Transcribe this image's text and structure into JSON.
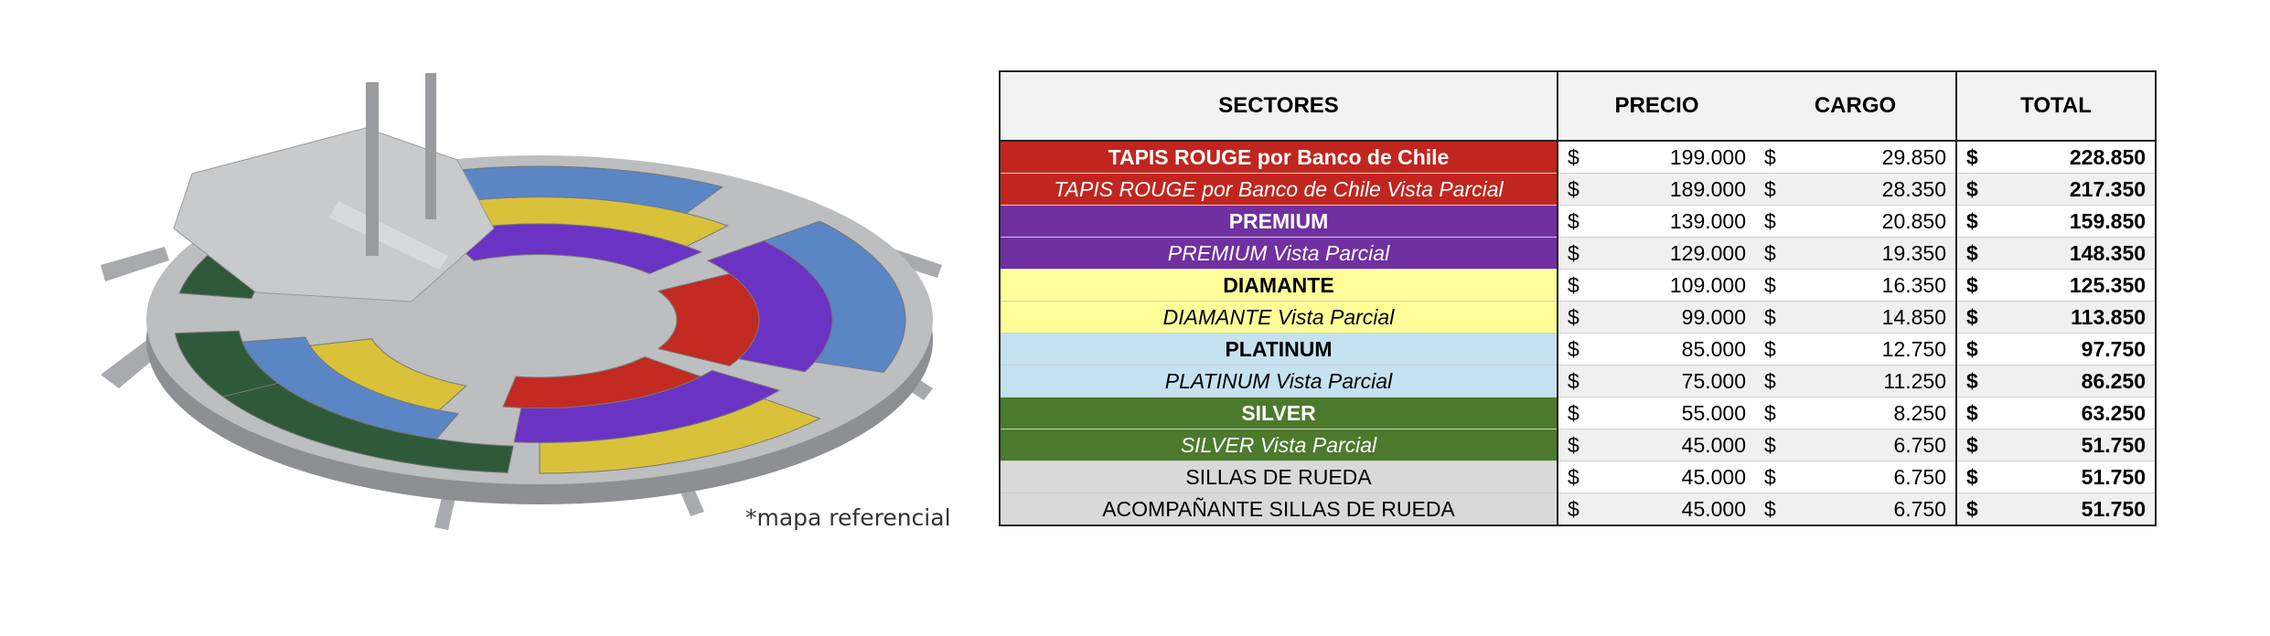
{
  "caption": "*mapa referencial",
  "table": {
    "headers": {
      "sector": "SECTORES",
      "price": "PRECIO",
      "fee": "CARGO",
      "total": "TOTAL"
    },
    "currency": "$",
    "rows": [
      {
        "sector": "TAPIS ROUGE por Banco de Chile",
        "price": "199.000",
        "fee": "29.850",
        "total": "228.850",
        "bg": "#c0261f",
        "fg": "#ffffff",
        "bold": true,
        "italic": false
      },
      {
        "sector": "TAPIS ROUGE por Banco de Chile Vista Parcial",
        "price": "189.000",
        "fee": "28.350",
        "total": "217.350",
        "bg": "#c0261f",
        "fg": "#ffffff",
        "bold": false,
        "italic": true
      },
      {
        "sector": "PREMIUM",
        "price": "139.000",
        "fee": "20.850",
        "total": "159.850",
        "bg": "#7030a0",
        "fg": "#ffffff",
        "bold": true,
        "italic": false
      },
      {
        "sector": "PREMIUM Vista Parcial",
        "price": "129.000",
        "fee": "19.350",
        "total": "148.350",
        "bg": "#7030a0",
        "fg": "#ffffff",
        "bold": false,
        "italic": true
      },
      {
        "sector": "DIAMANTE",
        "price": "109.000",
        "fee": "16.350",
        "total": "125.350",
        "bg": "#ffff99",
        "fg": "#000000",
        "bold": true,
        "italic": false
      },
      {
        "sector": "DIAMANTE Vista Parcial",
        "price": "99.000",
        "fee": "14.850",
        "total": "113.850",
        "bg": "#ffff99",
        "fg": "#000000",
        "bold": false,
        "italic": true
      },
      {
        "sector": "PLATINUM",
        "price": "85.000",
        "fee": "12.750",
        "total": "97.750",
        "bg": "#c5e2f1",
        "fg": "#000000",
        "bold": true,
        "italic": false
      },
      {
        "sector": "PLATINUM Vista Parcial",
        "price": "75.000",
        "fee": "11.250",
        "total": "86.250",
        "bg": "#c5e2f1",
        "fg": "#000000",
        "bold": false,
        "italic": true
      },
      {
        "sector": "SILVER",
        "price": "55.000",
        "fee": "8.250",
        "total": "63.250",
        "bg": "#4b7a2c",
        "fg": "#ffffff",
        "bold": true,
        "italic": false
      },
      {
        "sector": "SILVER Vista Parcial",
        "price": "45.000",
        "fee": "6.750",
        "total": "51.750",
        "bg": "#4b7a2c",
        "fg": "#ffffff",
        "bold": false,
        "italic": true
      },
      {
        "sector": "SILLAS DE RUEDA",
        "price": "45.000",
        "fee": "6.750",
        "total": "51.750",
        "bg": "#d9d9d9",
        "fg": "#000000",
        "bold": false,
        "italic": false
      },
      {
        "sector": "ACOMPAÑANTE SILLAS DE RUEDA",
        "price": "45.000",
        "fee": "6.750",
        "total": "51.750",
        "bg": "#d9d9d9",
        "fg": "#000000",
        "bold": false,
        "italic": false
      }
    ]
  },
  "map": {
    "icon": "venue-seating-map-illustration",
    "colors": {
      "stage": "#c9cacc",
      "platform": "#8d8f92",
      "red": "#c22a22",
      "purple": "#6a33c4",
      "yellow": "#d9c23a",
      "blue": "#5a86c5",
      "green": "#2f5a3a",
      "stairs": "#a9aaad"
    }
  }
}
